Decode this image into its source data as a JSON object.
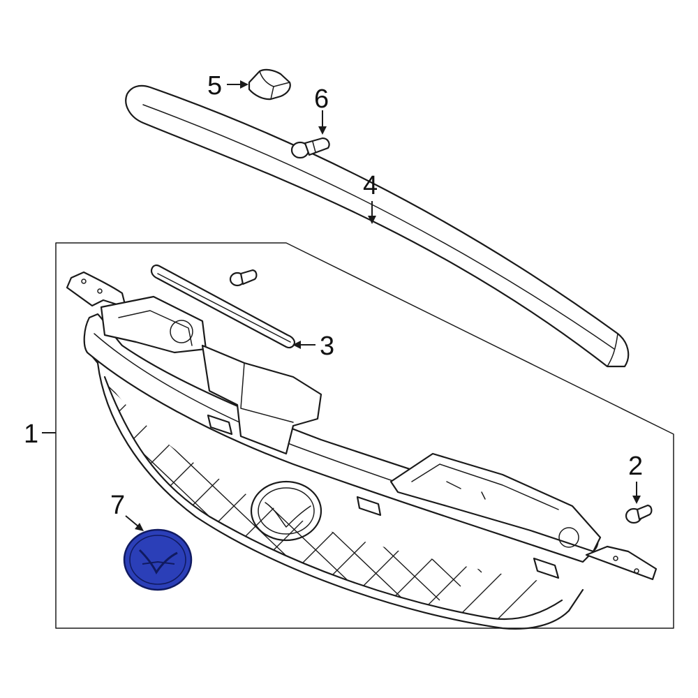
{
  "diagram": {
    "callouts": [
      "1",
      "2",
      "3",
      "4",
      "5",
      "6",
      "7"
    ],
    "highlight_color": "#2b3fb8",
    "line_color": "#1a1a1a",
    "background": "#ffffff"
  }
}
